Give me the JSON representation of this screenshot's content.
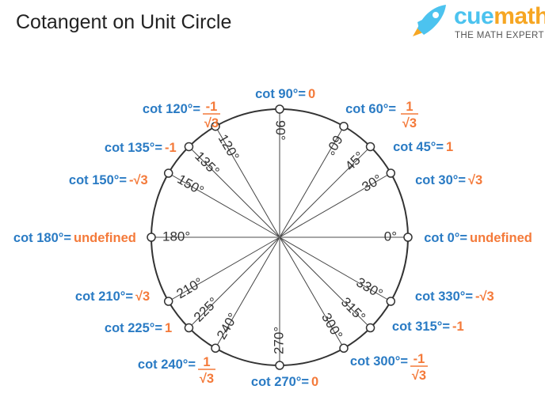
{
  "title": "Cotangent on Unit Circle",
  "logo": {
    "brand_a": "cue",
    "brand_b": "math",
    "tagline": "THE MATH EXPERT"
  },
  "colors": {
    "label": "#2a7bc4",
    "value": "#f47a3a",
    "line": "#333333"
  },
  "points": [
    {
      "angle": 0,
      "angle_label": "0°",
      "label": "cot 0°=",
      "value": "undefined"
    },
    {
      "angle": 30,
      "angle_label": "30°",
      "label": "cot 30°=",
      "value": "√3"
    },
    {
      "angle": 45,
      "angle_label": "45°",
      "label": "cot 45°=",
      "value": "1"
    },
    {
      "angle": 60,
      "angle_label": "60°",
      "label": "cot 60°=",
      "num": "1",
      "den": "√3"
    },
    {
      "angle": 90,
      "angle_label": "90°",
      "label": "cot 90°=",
      "value": "0"
    },
    {
      "angle": 120,
      "angle_label": "120°",
      "label": "cot 120°=",
      "num": "-1",
      "den": "√3"
    },
    {
      "angle": 135,
      "angle_label": "135°",
      "label": "cot 135°=",
      "value": "-1"
    },
    {
      "angle": 150,
      "angle_label": "150°",
      "label": "cot 150°=",
      "value": "-√3"
    },
    {
      "angle": 180,
      "angle_label": "180°",
      "label": "cot 180°=",
      "value": "undefined"
    },
    {
      "angle": 210,
      "angle_label": "210°",
      "label": "cot 210°=",
      "value": "√3"
    },
    {
      "angle": 225,
      "angle_label": "225°",
      "label": "cot 225°=",
      "value": "1"
    },
    {
      "angle": 240,
      "angle_label": "240°",
      "label": "cot 240°=",
      "num": "1",
      "den": "√3"
    },
    {
      "angle": 270,
      "angle_label": "270°",
      "label": "cot 270°=",
      "value": "0"
    },
    {
      "angle": 300,
      "angle_label": "300°",
      "label": "cot 300°=",
      "num": "-1",
      "den": "√3"
    },
    {
      "angle": 315,
      "angle_label": "315°",
      "label": "cot 315°=",
      "value": "-1"
    },
    {
      "angle": 330,
      "angle_label": "330°",
      "label": "cot 330°=",
      "value": "-√3"
    }
  ]
}
